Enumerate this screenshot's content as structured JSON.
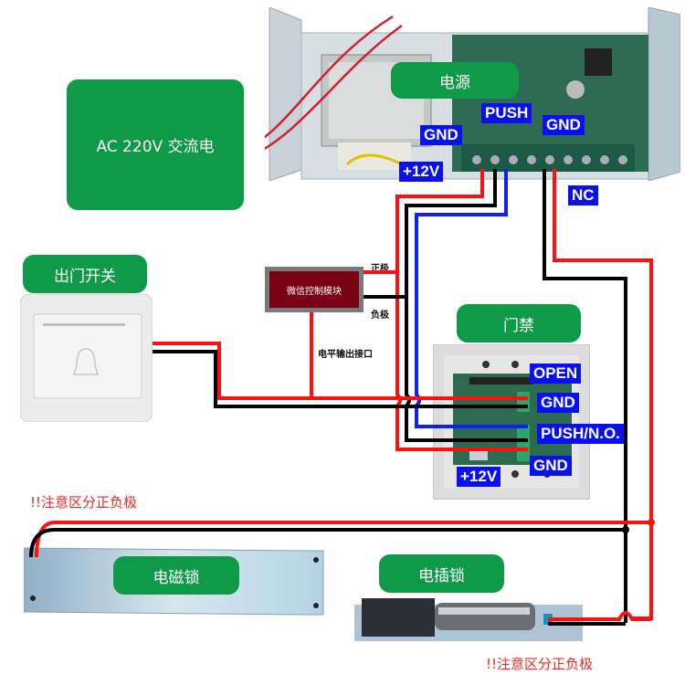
{
  "labels": {
    "ac_power": "AC 220V 交流电",
    "power_supply": "电源",
    "exit_switch": "出门开关",
    "access_control": "门禁",
    "magnetic_lock": "电磁锁",
    "bolt_lock": "电插锁",
    "wechat_module": "微信控制模块",
    "positive": "正极",
    "negative": "负极",
    "level_output": "电平输出接口"
  },
  "power_terminals": {
    "gnd_left": "GND",
    "push": "PUSH",
    "gnd_right": "GND",
    "plus12v": "+12V",
    "nc": "NC"
  },
  "controller_terminals": {
    "open": "OPEN",
    "gnd_top": "GND",
    "push_no": "PUSH/N.O.",
    "gnd_bottom": "GND",
    "plus12v": "+12V"
  },
  "notes": {
    "polarity_warning_1": "!!注意区分正负极",
    "polarity_warning_2": "!!注意区分正负极"
  },
  "colors": {
    "label_green": "#0f9a48",
    "tag_blue": "#0a10f0",
    "wire_red": "#ff1010",
    "wire_black": "#000000",
    "wire_blue": "#1020f0",
    "module_red": "#7a0014",
    "warning_red": "#e8292a"
  }
}
